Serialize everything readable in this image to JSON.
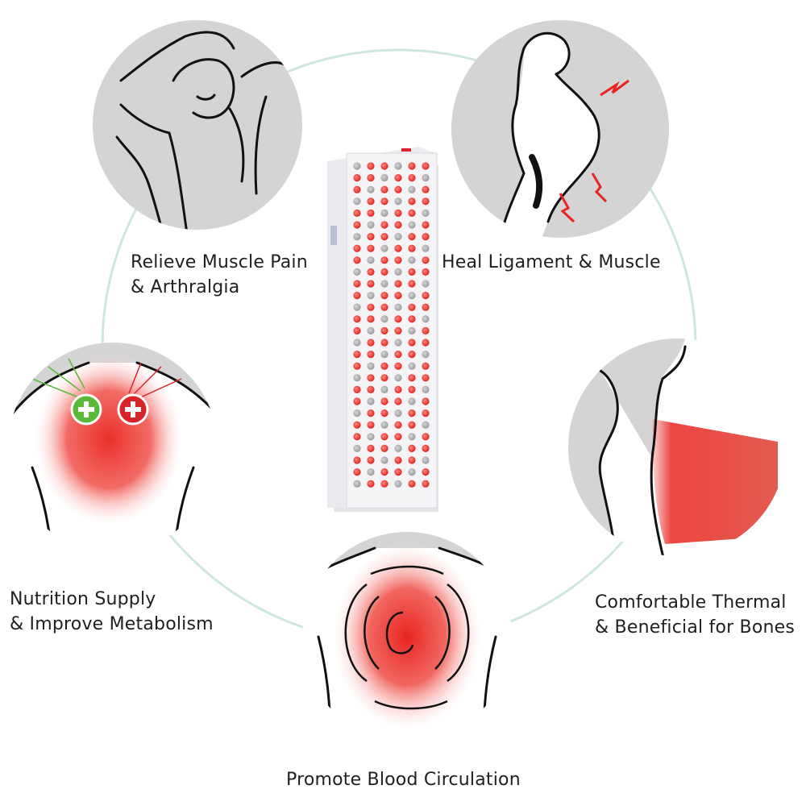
{
  "benefits": {
    "muscle_pain": {
      "line1": "Relieve Muscle Pain",
      "line2": "& Arthralgia"
    },
    "ligament": {
      "line1": "Heal Ligament  & Muscle"
    },
    "thermal": {
      "line1": "Comfortable Thermal",
      "line2": "& Beneficial for Bones"
    },
    "circulation": {
      "line1": "Promote Blood Circulation"
    },
    "nutrition": {
      "line1": "Nutrition Supply",
      "line2": "& Improve Metabolism"
    }
  },
  "colors": {
    "ring": "#cfe6df",
    "circle_fill": "#d4d4d4",
    "line_art": "#111111",
    "therapy_red": "#e8241f",
    "plus_green": "#5cb83a",
    "plus_red": "#d8232a",
    "panel_body": "#f4f4f6"
  },
  "icons": [
    "plus-circle-icon-green",
    "plus-circle-icon-red",
    "lightning-bolt-icon",
    "circular-arrow-icon",
    "led-bulb-icon"
  ]
}
